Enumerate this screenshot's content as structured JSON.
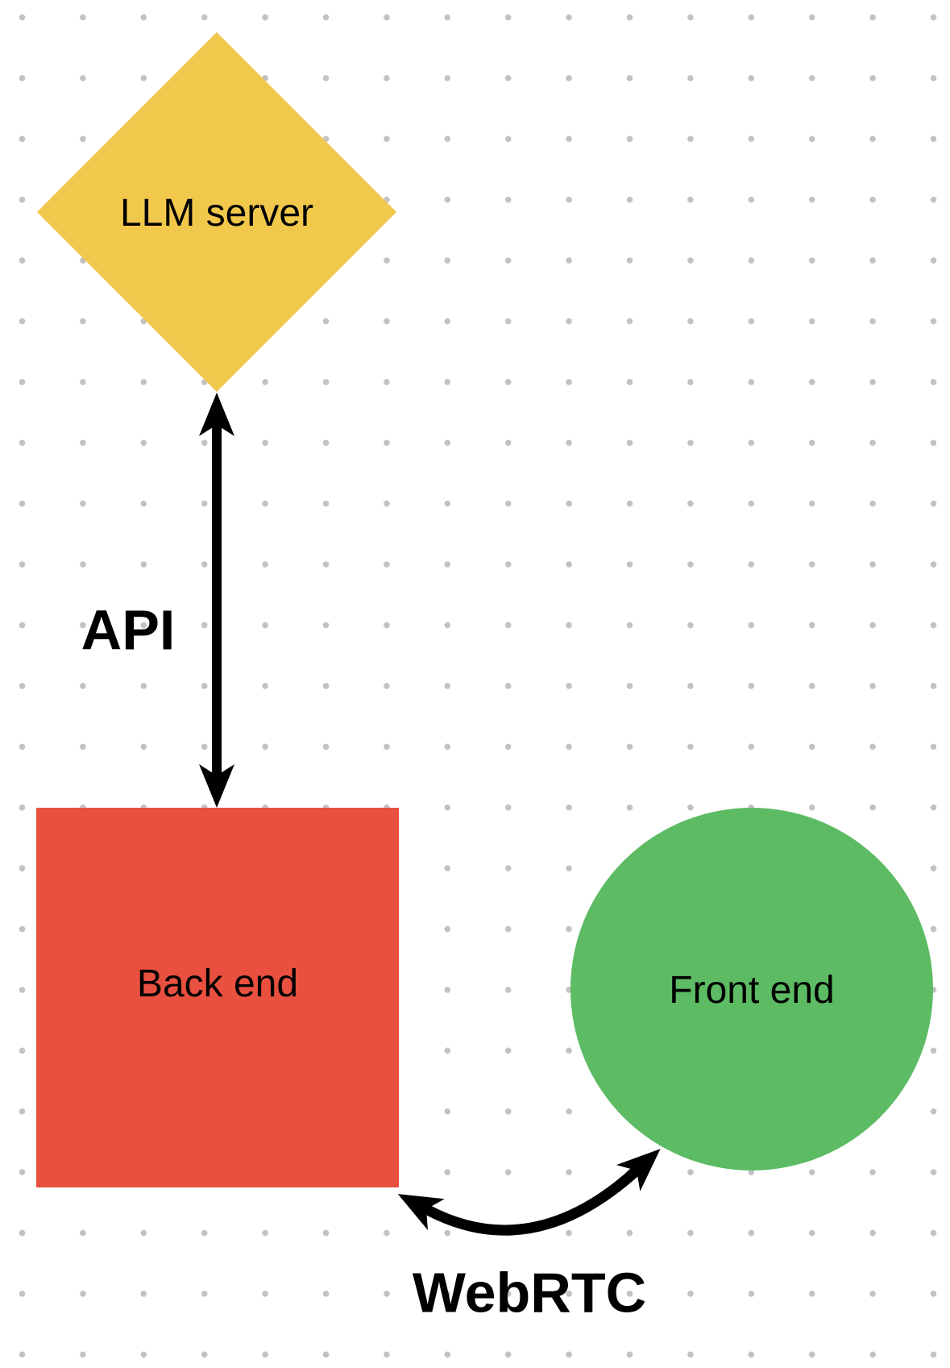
{
  "diagram": {
    "nodes": {
      "llm_server": {
        "label": "LLM server",
        "shape": "diamond",
        "color": "#F1C84B"
      },
      "back_end": {
        "label": "Back end",
        "shape": "square",
        "color": "#E9503F"
      },
      "front_end": {
        "label": "Front end",
        "shape": "circle",
        "color": "#5CBB63"
      }
    },
    "edges": {
      "api": {
        "label": "API",
        "from": "LLM server",
        "to": "Back end",
        "style": "straight-double-arrow"
      },
      "webrtc": {
        "label": "WebRTC",
        "from": "Back end",
        "to": "Front end",
        "style": "curved-double-arrow"
      }
    },
    "colors": {
      "background": "#FFFFFF",
      "dot_grid": "#C2C2C2",
      "connector": "#000000",
      "label_text": "#000000"
    }
  }
}
